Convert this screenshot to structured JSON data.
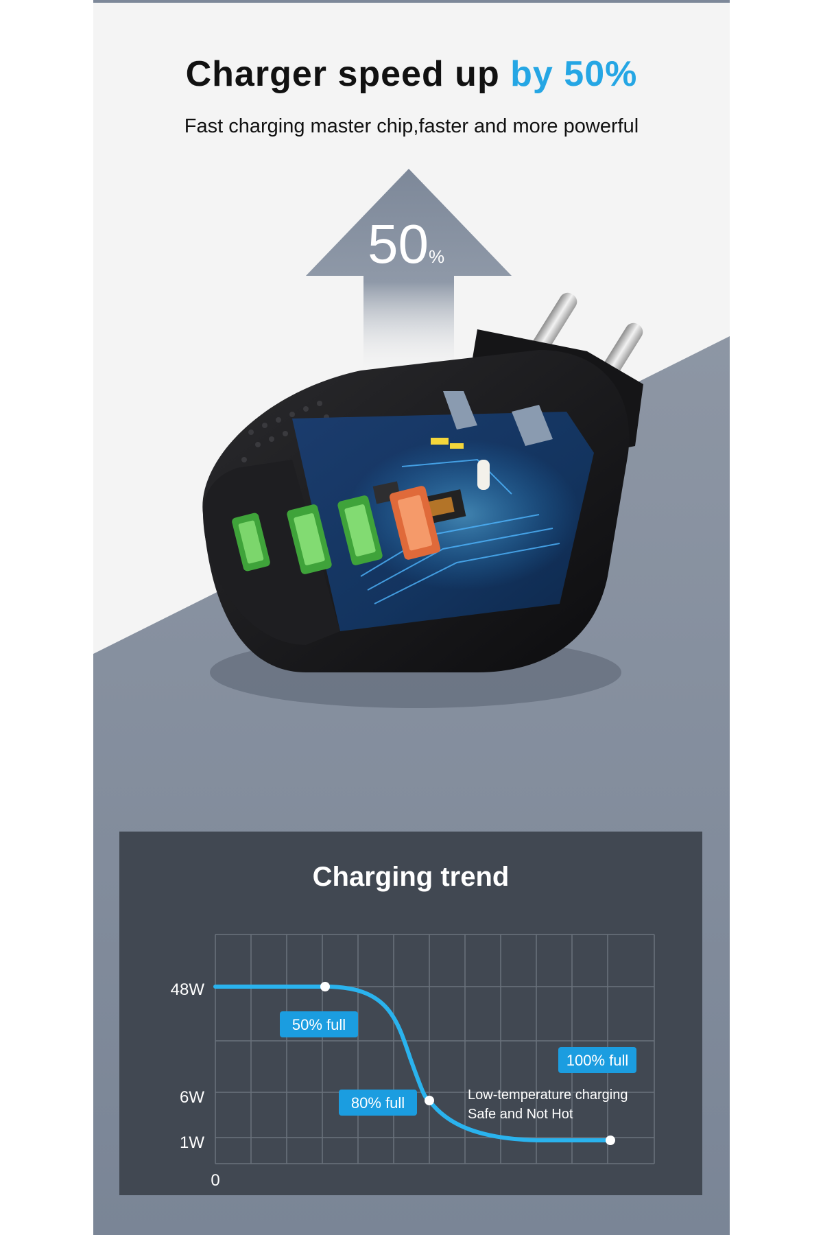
{
  "headline": {
    "prefix": "Charger speed up ",
    "accent": "by 50%"
  },
  "subhead": "Fast charging master chip,faster and more powerful",
  "arrow_badge": {
    "value": "50",
    "unit": "%"
  },
  "colors": {
    "accent": "#25a6e4",
    "card": "#414852",
    "slate": "#7d8899"
  },
  "chart_data": {
    "type": "line",
    "title": "Charging trend",
    "y_ticks": [
      "48W",
      "6W",
      "1W"
    ],
    "x_ticks": [
      "0"
    ],
    "grid": true,
    "points": [
      {
        "key": "p50",
        "label": "50% full"
      },
      {
        "key": "p80",
        "label": "80% full"
      },
      {
        "key": "p100",
        "label": "100% full"
      }
    ],
    "annotation": [
      "Low-temperature charging",
      "Safe and Not Hot"
    ]
  }
}
